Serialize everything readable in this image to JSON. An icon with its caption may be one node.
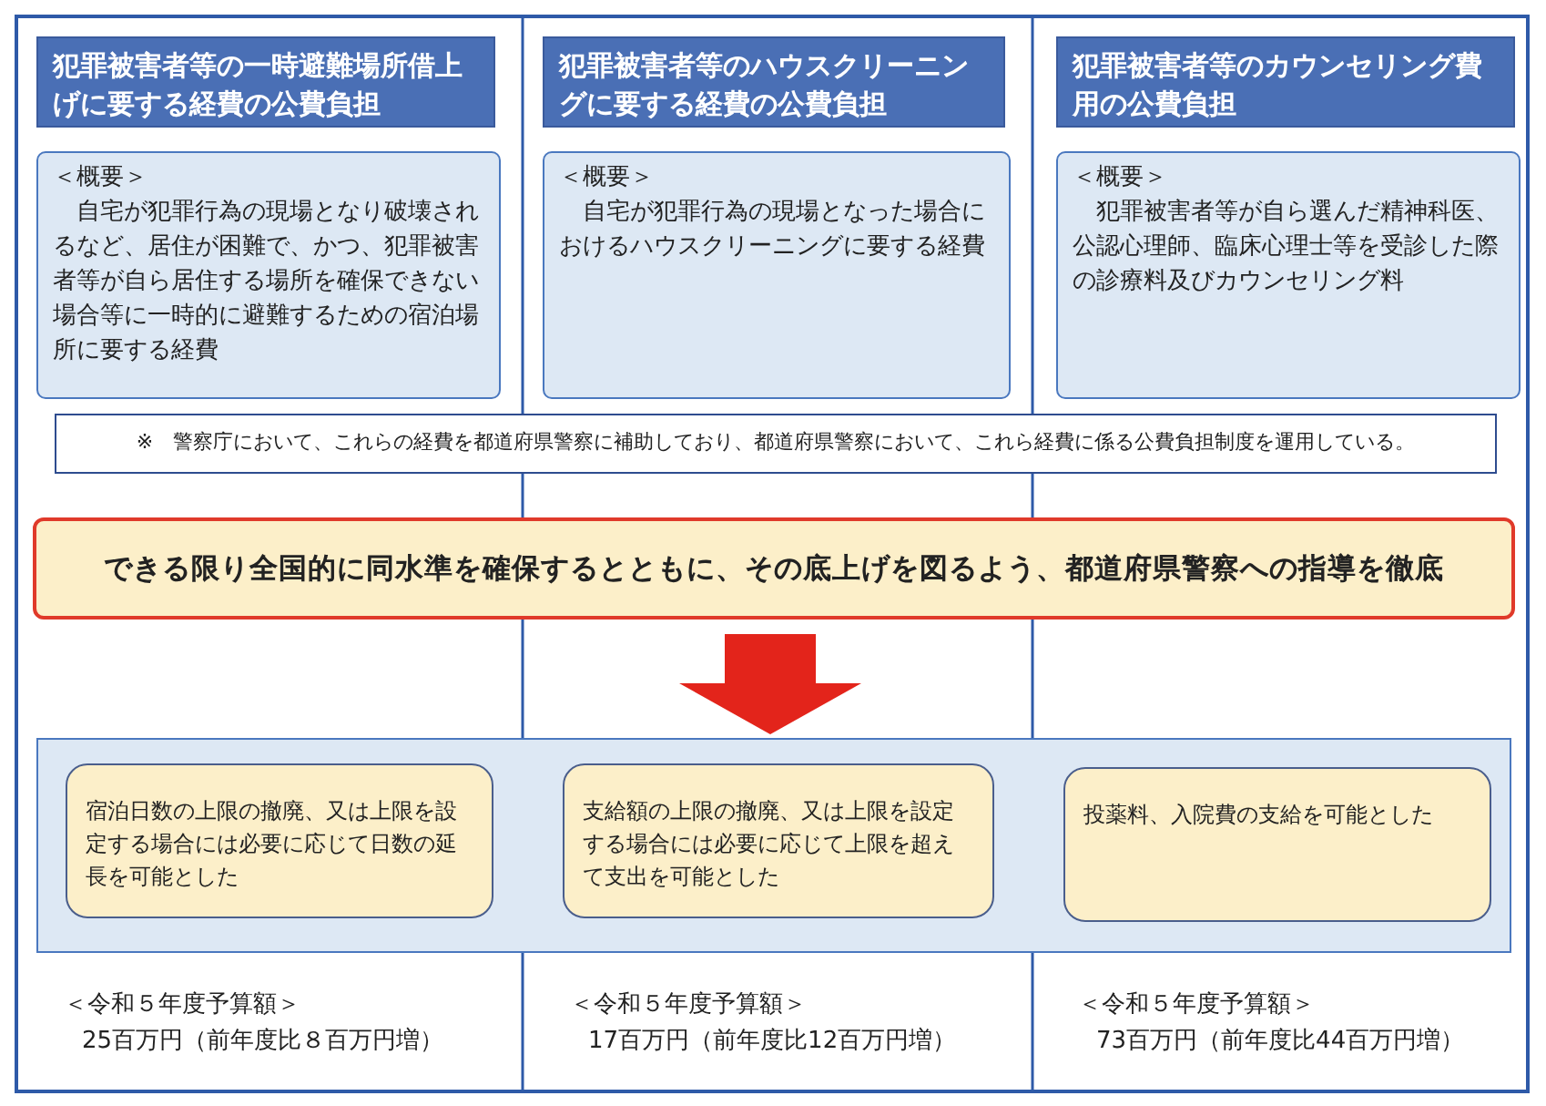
{
  "diagram": {
    "nodes": [
      {
        "text": [
          "犯罪被害者等の一時避難場所借上げに要する経費の公費負担"
        ]
      },
      {
        "text": [
          "犯罪被害者等のハウスクリーニングに要する経費の公費負担"
        ]
      },
      {
        "text": [
          "犯罪被害者等のカウンセリング費用の公費負担"
        ]
      },
      {
        "text": [
          "＜概要＞",
          "自宅が犯罪行為の現場となり破壊されるなど、居住が困難で、かつ、犯罪被害者等が自ら居住する場所を確保できない場合等に一時的に避難するための宿泊場所に要する経費"
        ]
      },
      {
        "text": [
          "＜概要＞",
          "自宅が犯罪行為の現場となった場合におけるハウスクリーニングに要する経費"
        ]
      },
      {
        "text": [
          "＜概要＞",
          "犯罪被害者等が自ら選んだ精神科医、公認心理師、臨床心理士等を受診した際の診療料及びカウンセリング料"
        ]
      },
      {
        "text": [
          "※　警察庁において、これらの経費を都道府県警察に補助しており、都道府県警察において、これら経費に係る公費負担制度を運用している。"
        ]
      },
      {
        "text": [
          "できる限り全国的に同水準を確保するとともに、その底上げを図るよう、都道府県警察への指導を徹底"
        ]
      },
      {
        "text": [],
        "shape": "box"
      },
      {
        "text": [
          "宿泊日数の上限の撤廃、又は上限を設定する場合には必要に応じて日数の延長を可能とした"
        ],
        "in": 8
      },
      {
        "text": [
          "支給額の上限の撤廃、又は上限を設定する場合には必要に応じて上限を超えて支出を可能とした"
        ],
        "in": 8
      },
      {
        "text": [
          "投薬料、入院費の支給を可能とした"
        ],
        "in": 8
      }
    ],
    "edges": [
      {
        "from": 7,
        "to": 8,
        "arrow": "to",
        "color": "#e3241b"
      }
    ],
    "labels": [
      "＜令和５年度予算額＞",
      "25百万円（前年度比８百万円増）",
      "＜令和５年度予算額＞",
      "17百万円（前年度比12百万円増）",
      "＜令和５年度予算額＞",
      "73百万円（前年度比44百万円増）"
    ]
  }
}
